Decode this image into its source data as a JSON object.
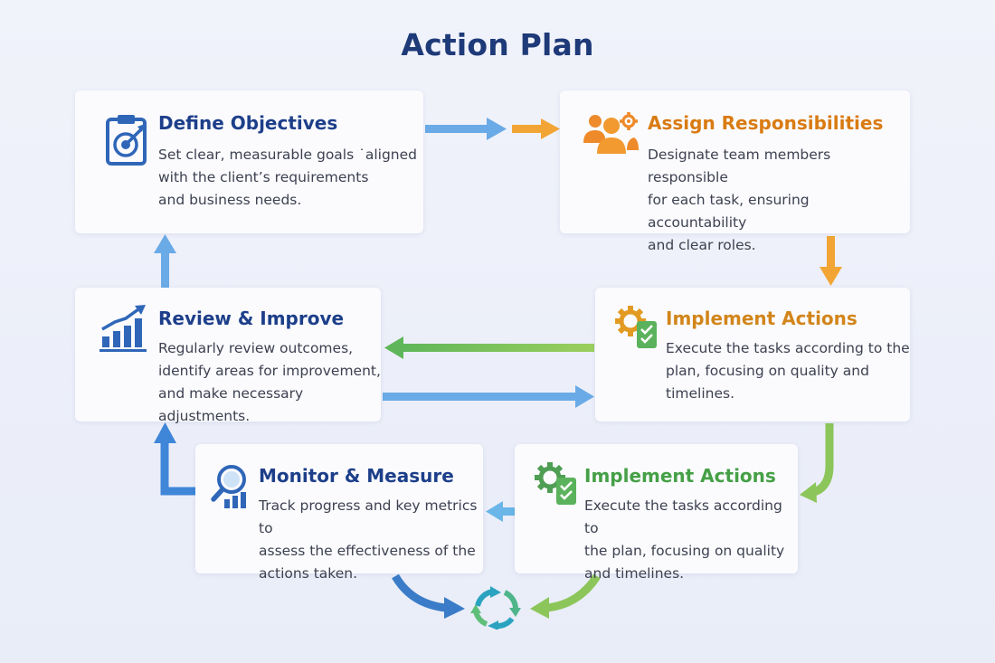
{
  "title": "Action Plan",
  "colors": {
    "blue": "#1d3f8a",
    "orange": "#d97b12",
    "gold": "#d2851a",
    "green": "#45a046",
    "arrow_blue": "#5a9fe0",
    "arrow_orange": "#f0a030",
    "arrow_green": "#8cc65a"
  },
  "steps": [
    {
      "title": "Define Objectives",
      "icon": "clipboard-target-icon",
      "lines": [
        "Set clear, measurable goals ˙aligned",
        "with the client’s requirements",
        "and business needs."
      ]
    },
    {
      "title": "Assign Responsibilities",
      "icon": "team-gear-icon",
      "lines": [
        "Designate team members responsible",
        "for each task, ensuring accountability",
        "and clear roles."
      ]
    },
    {
      "title": "Implement Actions",
      "icon": "gear-checklist-icon",
      "lines": [
        "Execute the tasks according to the",
        "plan, focusing on quality and",
        "timelines."
      ]
    },
    {
      "title": "Review & Improve",
      "icon": "growth-chart-icon",
      "lines": [
        "Regularly review outcomes,",
        "identify areas for improvement,",
        "and make necessary adjustments."
      ]
    },
    {
      "title": "Implement Actions",
      "icon": "gear-checklist-icon",
      "lines": [
        "Execute the tasks according to",
        "the plan, focusing on quality",
        "and timelines."
      ]
    },
    {
      "title": "Monitor & Measure",
      "icon": "magnifier-chart-icon",
      "lines": [
        "Track progress and key metrics to",
        "assess the effectiveness of the",
        "actions taken."
      ]
    }
  ],
  "cycle_icon": "cycle-arrows-icon"
}
